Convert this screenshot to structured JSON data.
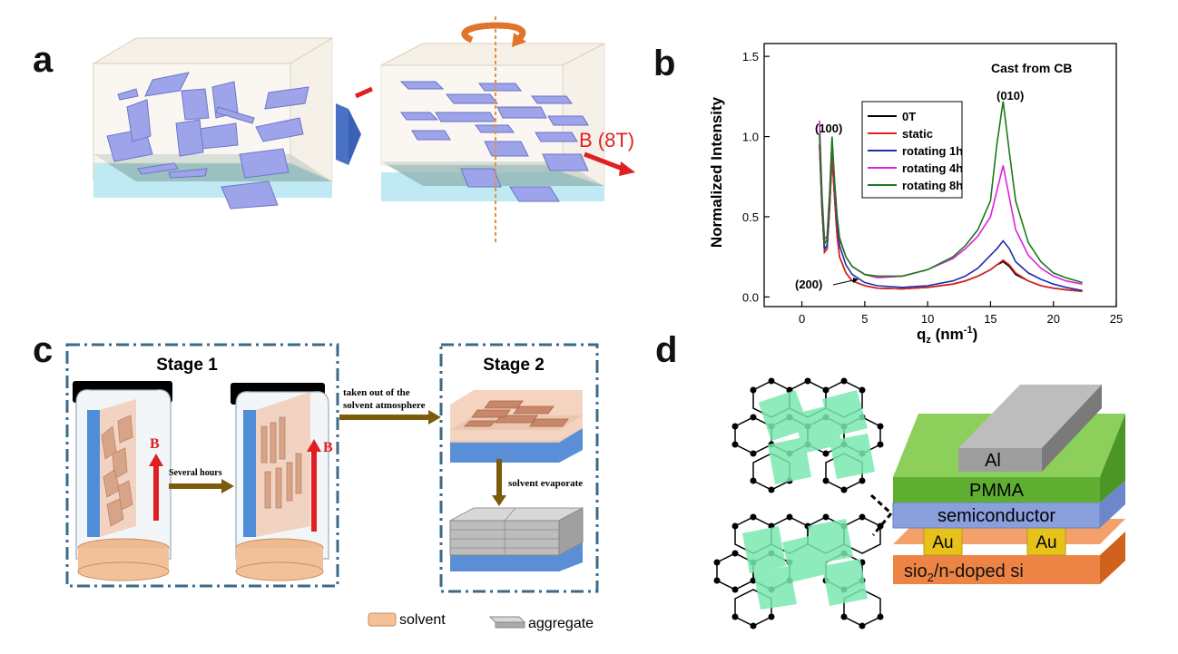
{
  "panels": {
    "a": {
      "label": "a",
      "field_label": "B (8T)"
    },
    "b": {
      "label": "b"
    },
    "c": {
      "label": "c",
      "stage1": "Stage 1",
      "stage2": "Stage 2",
      "field_label": "B",
      "step1": "Several hours",
      "step2_line1": "taken out of the",
      "step2_line2": "solvent atmosphere",
      "step3": "solvent evaporate",
      "legend_solvent": "solvent",
      "legend_aggregate": "aggregate"
    },
    "d": {
      "label": "d",
      "layer_al": "Al",
      "layer_pmma": "PMMA",
      "layer_semi": "semiconductor",
      "layer_au_left": "Au",
      "layer_au_right": "Au",
      "layer_sub_pre": "sio",
      "layer_sub_sub": "2",
      "layer_sub_post": "/n-doped si"
    }
  },
  "chart_data": {
    "type": "line",
    "title": "Cast from CB",
    "xlabel_main": "q",
    "xlabel_sub": "z",
    "xlabel_unit_pre": " (nm",
    "xlabel_unit_sup": "-1",
    "xlabel_unit_post": ")",
    "ylabel": "Normalized Intensity",
    "xlim": [
      -3,
      25
    ],
    "ylim": [
      -0.06,
      1.58
    ],
    "xticks": [
      0,
      5,
      10,
      15,
      20,
      25
    ],
    "yticks": [
      0.0,
      0.5,
      1.0,
      1.5
    ],
    "ytick_labels": [
      "0.0",
      "0.5",
      "1.0",
      "1.5"
    ],
    "annotations": [
      "(100)",
      "(010)",
      "(200)"
    ],
    "legend_position": "upper-middle",
    "series": [
      {
        "name": "0T",
        "color": "#000000",
        "x": [
          1.4,
          1.6,
          1.8,
          2.0,
          2.2,
          2.4,
          2.6,
          2.8,
          3.0,
          3.5,
          4,
          5,
          6,
          8,
          10,
          12,
          13,
          14,
          15,
          15.5,
          16,
          16.5,
          17,
          18,
          19,
          20,
          21,
          22.3
        ],
        "y": [
          0.95,
          0.55,
          0.28,
          0.3,
          0.55,
          0.88,
          0.62,
          0.38,
          0.25,
          0.15,
          0.1,
          0.07,
          0.055,
          0.05,
          0.06,
          0.08,
          0.1,
          0.13,
          0.17,
          0.2,
          0.22,
          0.19,
          0.14,
          0.1,
          0.07,
          0.055,
          0.045,
          0.035
        ]
      },
      {
        "name": "static",
        "color": "#e02020",
        "x": [
          1.4,
          1.6,
          1.8,
          2.0,
          2.2,
          2.4,
          2.6,
          2.8,
          3.0,
          3.5,
          4,
          5,
          6,
          8,
          10,
          12,
          13,
          14,
          15,
          15.5,
          16,
          16.5,
          17,
          18,
          19,
          20,
          21,
          22.3
        ],
        "y": [
          0.95,
          0.55,
          0.28,
          0.3,
          0.55,
          0.88,
          0.62,
          0.38,
          0.25,
          0.15,
          0.1,
          0.07,
          0.055,
          0.05,
          0.06,
          0.08,
          0.1,
          0.13,
          0.17,
          0.2,
          0.23,
          0.2,
          0.15,
          0.1,
          0.07,
          0.055,
          0.045,
          0.035
        ]
      },
      {
        "name": "rotating 1h",
        "color": "#1f2fa8",
        "x": [
          1.4,
          1.6,
          1.8,
          2.0,
          2.2,
          2.4,
          2.6,
          2.8,
          3.0,
          3.5,
          4,
          5,
          6,
          8,
          10,
          12,
          13,
          14,
          15,
          15.5,
          16,
          16.5,
          17,
          18,
          19,
          20,
          21,
          22.3
        ],
        "y": [
          1.0,
          0.6,
          0.3,
          0.32,
          0.6,
          0.98,
          0.7,
          0.45,
          0.32,
          0.2,
          0.14,
          0.09,
          0.07,
          0.06,
          0.07,
          0.1,
          0.13,
          0.18,
          0.26,
          0.3,
          0.35,
          0.3,
          0.22,
          0.15,
          0.11,
          0.08,
          0.06,
          0.04
        ]
      },
      {
        "name": "rotating 4h",
        "color": "#e020e0",
        "x": [
          1.4,
          1.6,
          1.8,
          2.0,
          2.2,
          2.4,
          2.6,
          2.8,
          3.0,
          3.5,
          4,
          5,
          6,
          8,
          10,
          12,
          13,
          14,
          15,
          15.5,
          16,
          16.5,
          17,
          18,
          19,
          20,
          21,
          22.3
        ],
        "y": [
          1.1,
          0.65,
          0.36,
          0.38,
          0.65,
          0.97,
          0.72,
          0.5,
          0.36,
          0.25,
          0.19,
          0.14,
          0.12,
          0.13,
          0.17,
          0.24,
          0.3,
          0.38,
          0.5,
          0.66,
          0.82,
          0.62,
          0.42,
          0.26,
          0.18,
          0.13,
          0.1,
          0.08
        ]
      },
      {
        "name": "rotating 8h",
        "color": "#1a7a1a",
        "x": [
          1.4,
          1.6,
          1.8,
          2.0,
          2.2,
          2.4,
          2.6,
          2.8,
          3.0,
          3.5,
          4,
          5,
          6,
          8,
          10,
          12,
          13,
          14,
          15,
          15.5,
          16,
          16.5,
          17,
          18,
          19,
          20,
          21,
          22.3
        ],
        "y": [
          1.02,
          0.62,
          0.33,
          0.36,
          0.63,
          1.0,
          0.72,
          0.5,
          0.37,
          0.25,
          0.19,
          0.14,
          0.13,
          0.13,
          0.17,
          0.25,
          0.32,
          0.42,
          0.6,
          0.95,
          1.22,
          0.9,
          0.6,
          0.34,
          0.22,
          0.15,
          0.12,
          0.09
        ]
      }
    ]
  }
}
